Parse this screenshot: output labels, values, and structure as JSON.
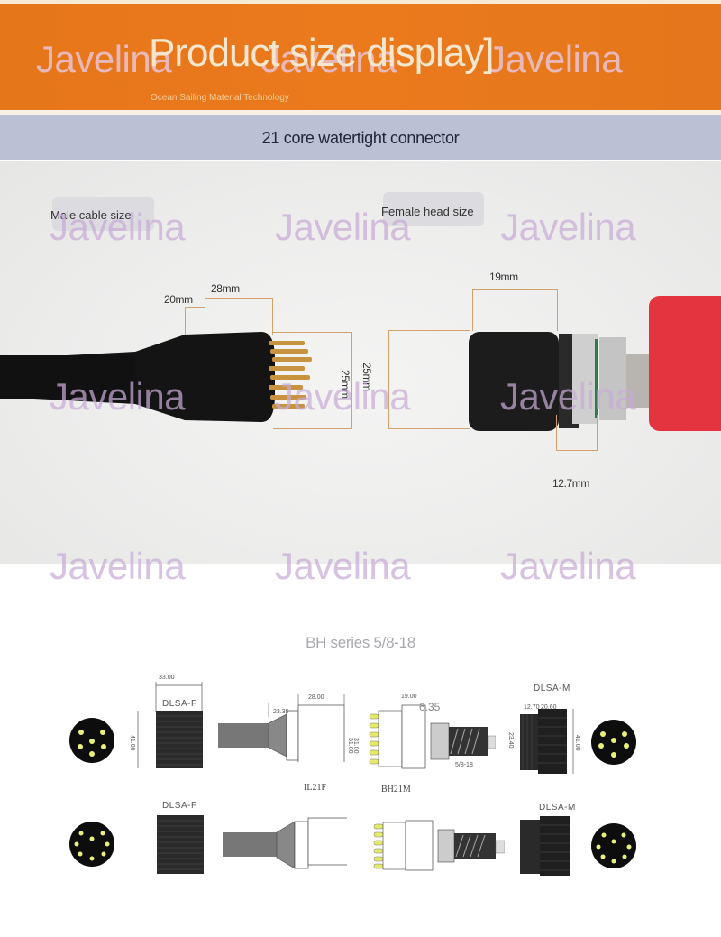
{
  "banner": {
    "title": "Product size display]",
    "subtitle": "Ocean Sailing Material Technology",
    "background_color": "#e8781b"
  },
  "subheader": {
    "text": "21 core watertight connector",
    "background_color": "#bcc0d4"
  },
  "watermark": {
    "text": "Javelina"
  },
  "photo": {
    "male": {
      "label": "Male cable size",
      "dims": {
        "overmold": "20mm",
        "body": "28mm",
        "diameter": "25mm"
      }
    },
    "female": {
      "label": "Female head size",
      "dims": {
        "length": "19mm",
        "diameter": "25mm",
        "thread": "12.7mm"
      }
    }
  },
  "diagrams": {
    "title": "BH series 5/8-18",
    "row1": {
      "left_cap_label": "DLSA-F",
      "left_cap_width": "33.00",
      "left_cap_height": "41.00",
      "plug_label": "IL21F",
      "plug_dim_a": "23.35",
      "plug_dim_b": "28.00",
      "plug_dim_c": "31.00",
      "bulkhead_label": "BH21M",
      "bulkhead_dim_a": "19.00",
      "bulkhead_dim_b": "6.35",
      "bulkhead_dim_c": "31.00",
      "bulkhead_dim_d": "23.40",
      "bulkhead_thread": "5/8-18",
      "right_cap_label": "DLSA-M",
      "right_cap_dim_a": "12.70",
      "right_cap_dim_b": "20.60",
      "right_cap_height": "41.00"
    },
    "row2": {
      "left_cap_label": "DLSA-F",
      "right_cap_label": "DLSA-M"
    }
  }
}
